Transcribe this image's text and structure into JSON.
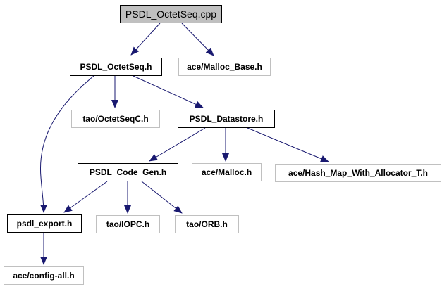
{
  "diagram": {
    "title": "PSDL_OctetSeq.cpp include dependency graph",
    "colors": {
      "background": "#ffffff",
      "edge": "#191970",
      "root_fill": "#c0c0c0",
      "node_fill": "#ffffff",
      "linked_border": "#000000",
      "unlinked_border": "#c0c0c0",
      "text": "#000000"
    },
    "nodes": [
      {
        "id": "psdl_octetseq_cpp",
        "label": "PSDL_OctetSeq.cpp",
        "role": "root",
        "linked": false
      },
      {
        "id": "psdl_octetseq_h",
        "label": "PSDL_OctetSeq.h",
        "linked": true
      },
      {
        "id": "ace_malloc_base_h",
        "label": "ace/Malloc_Base.h",
        "linked": false
      },
      {
        "id": "tao_octetseqc_h",
        "label": "tao/OctetSeqC.h",
        "linked": false
      },
      {
        "id": "psdl_datastore_h",
        "label": "PSDL_Datastore.h",
        "linked": true
      },
      {
        "id": "psdl_code_gen_h",
        "label": "PSDL_Code_Gen.h",
        "linked": true
      },
      {
        "id": "ace_malloc_h",
        "label": "ace/Malloc.h",
        "linked": false
      },
      {
        "id": "ace_hash_map_with_allocator_t_h",
        "label": "ace/Hash_Map_With_Allocator_T.h",
        "linked": false
      },
      {
        "id": "psdl_export_h",
        "label": "psdl_export.h",
        "linked": true
      },
      {
        "id": "tao_iopc_h",
        "label": "tao/IOPC.h",
        "linked": false
      },
      {
        "id": "tao_orb_h",
        "label": "tao/ORB.h",
        "linked": false
      },
      {
        "id": "ace_config_all_h",
        "label": "ace/config-all.h",
        "linked": false
      }
    ],
    "edges": [
      {
        "from": "psdl_octetseq_cpp",
        "to": "psdl_octetseq_h"
      },
      {
        "from": "psdl_octetseq_cpp",
        "to": "ace_malloc_base_h"
      },
      {
        "from": "psdl_octetseq_h",
        "to": "tao_octetseqc_h"
      },
      {
        "from": "psdl_octetseq_h",
        "to": "psdl_datastore_h"
      },
      {
        "from": "psdl_octetseq_h",
        "to": "psdl_export_h"
      },
      {
        "from": "psdl_datastore_h",
        "to": "psdl_code_gen_h"
      },
      {
        "from": "psdl_datastore_h",
        "to": "ace_malloc_h"
      },
      {
        "from": "psdl_datastore_h",
        "to": "ace_hash_map_with_allocator_t_h"
      },
      {
        "from": "psdl_code_gen_h",
        "to": "psdl_export_h"
      },
      {
        "from": "psdl_code_gen_h",
        "to": "tao_iopc_h"
      },
      {
        "from": "psdl_code_gen_h",
        "to": "tao_orb_h"
      },
      {
        "from": "psdl_export_h",
        "to": "ace_config_all_h"
      }
    ]
  }
}
